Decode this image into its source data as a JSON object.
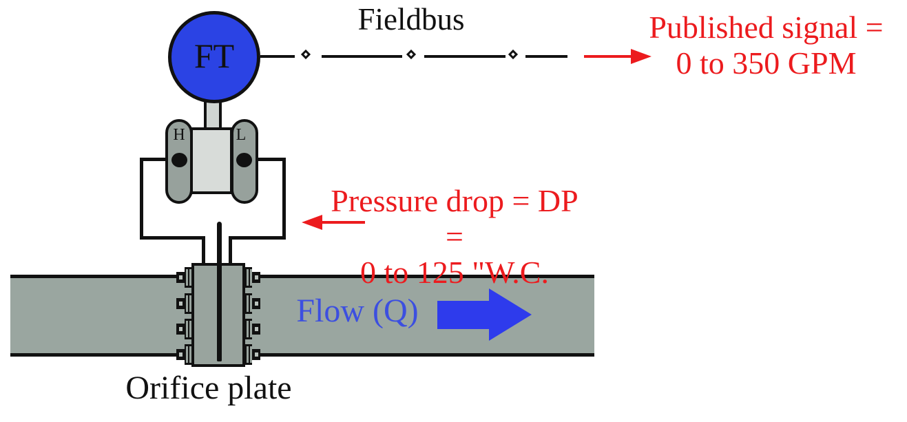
{
  "diagram_title": "Orifice plate flow measurement with fieldbus flow transmitter",
  "transmitter": {
    "tag": "FT",
    "high_port": "H",
    "low_port": "L"
  },
  "fieldbus": {
    "label": "Fieldbus"
  },
  "published_signal": {
    "line1": "Published signal =",
    "line2": "0 to 350 GPM"
  },
  "pressure_drop": {
    "line1": "Pressure drop = DP =",
    "line2": "0 to 125 \"W.C."
  },
  "flow": {
    "label": "Flow (Q)"
  },
  "orifice": {
    "label": "Orifice plate"
  },
  "colors": {
    "instrument_blue": "#2b43e4",
    "flow_arrow_blue": "#2e3bec",
    "annotation_red": "#ec1b1e",
    "pipe_gray": "#9aa6a0",
    "flange_gray": "#99a49e",
    "capsule_gray": "#97a19c",
    "body_gray": "#d8dcd9",
    "line_black": "#111111"
  }
}
